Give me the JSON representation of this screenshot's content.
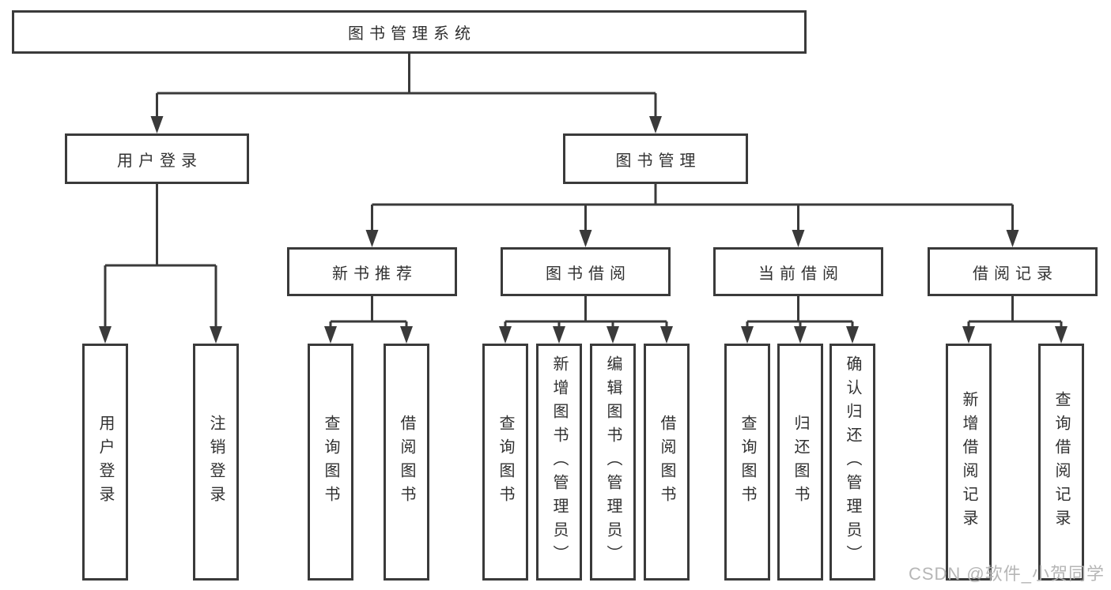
{
  "diagram": {
    "title": "图书管理系统",
    "level2": {
      "user_login": "用户登录",
      "book_mgmt": "图书管理"
    },
    "level3": {
      "new_book": "新书推荐",
      "borrow": "图书借阅",
      "current": "当前借阅",
      "records": "借阅记录"
    },
    "leaves": {
      "g1": [
        "用户登录",
        "注销登录"
      ],
      "g2": [
        "查询图书",
        "借阅图书"
      ],
      "g3": [
        "查询图书",
        "新增图书（管理员）",
        "编辑图书（管理员）",
        "借阅图书"
      ],
      "g4": [
        "查询图书",
        "归还图书",
        "确认归还（管理员）"
      ],
      "g5": [
        "新增借阅记录",
        "查询借阅记录"
      ]
    }
  },
  "watermark": "CSDN @软件_小贺同学",
  "colors": {
    "line": "#3a3a3a",
    "text": "#313131",
    "watermark": "#b2b2b2",
    "background": "#ffffff"
  }
}
